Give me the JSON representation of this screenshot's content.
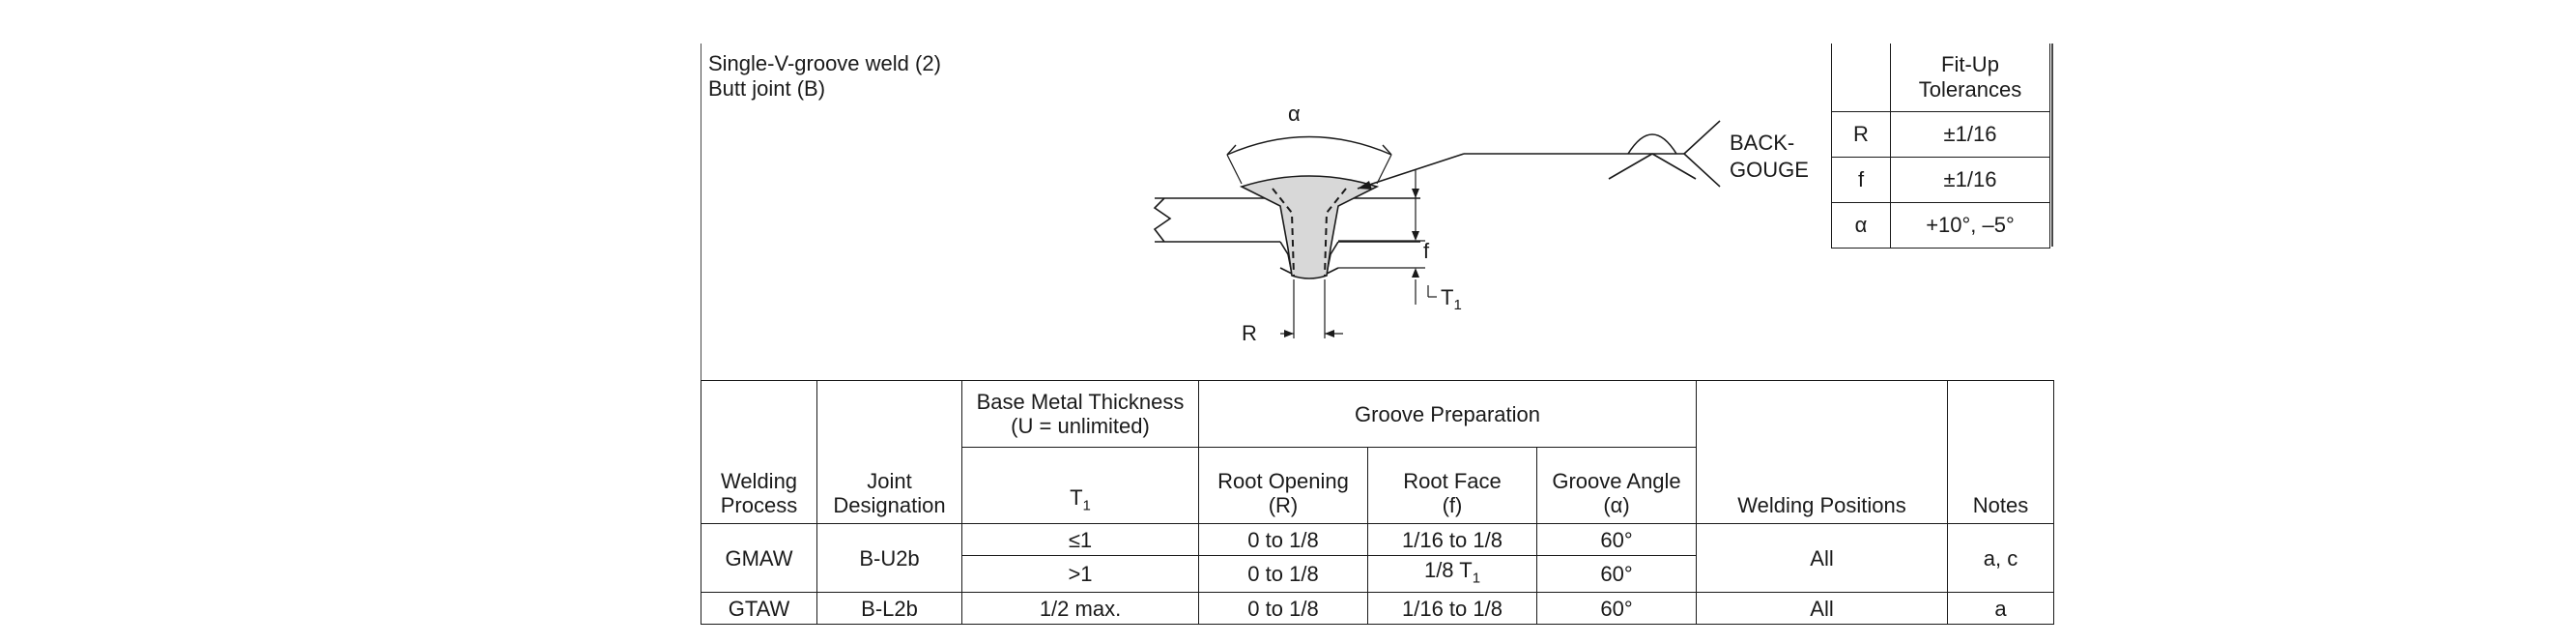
{
  "joint": {
    "title": "Single-V-groove weld (2)",
    "subtitle": "Butt joint (B)"
  },
  "drawing": {
    "alpha_label": "α",
    "f_label": "f",
    "t1_label": "T",
    "t1_sub": "1",
    "r_label": "R",
    "backgouge_line1": "BACK-",
    "backgouge_line2": "GOUGE"
  },
  "fit_up": {
    "header_line1": "Fit-Up",
    "header_line2": "Tolerances",
    "rows": [
      {
        "symbol": "R",
        "value": "±1/16"
      },
      {
        "symbol": "f",
        "value": "±1/16"
      },
      {
        "symbol": "α",
        "value": "+10°, –5°"
      }
    ]
  },
  "table": {
    "headers": {
      "process_line1": "Welding",
      "process_line2": "Process",
      "joint_line1": "Joint",
      "joint_line2": "Designation",
      "thickness_line1": "Base Metal Thickness",
      "thickness_line2": "(U = unlimited)",
      "thickness_symbol": "T",
      "thickness_symbol_sub": "1",
      "groove_prep": "Groove Preparation",
      "root_opening_line1": "Root Opening",
      "root_opening_line2": "(R)",
      "root_face_line1": "Root Face",
      "root_face_line2": "(f)",
      "groove_angle_line1": "Groove Angle",
      "groove_angle_line2": "(α)",
      "positions": "Welding Positions",
      "notes": "Notes"
    },
    "gmaw": {
      "process": "GMAW",
      "joint": "B-U2b",
      "positions": "All",
      "notes": "a, c",
      "rows": [
        {
          "thickness": "≤1",
          "root_opening": "0 to 1/8",
          "root_face": "1/16 to 1/8",
          "groove_angle": "60°"
        },
        {
          "thickness": ">1",
          "root_opening": "0 to 1/8",
          "root_face_prefix": "1/8 T",
          "root_face_sub": "1",
          "groove_angle": "60°"
        }
      ]
    },
    "gtaw": {
      "process": "GTAW",
      "joint": "B-L2b",
      "thickness": "1/2 max.",
      "root_opening": "0 to 1/8",
      "root_face": "1/16 to 1/8",
      "groove_angle": "60°",
      "positions": "All",
      "notes": "a"
    }
  }
}
